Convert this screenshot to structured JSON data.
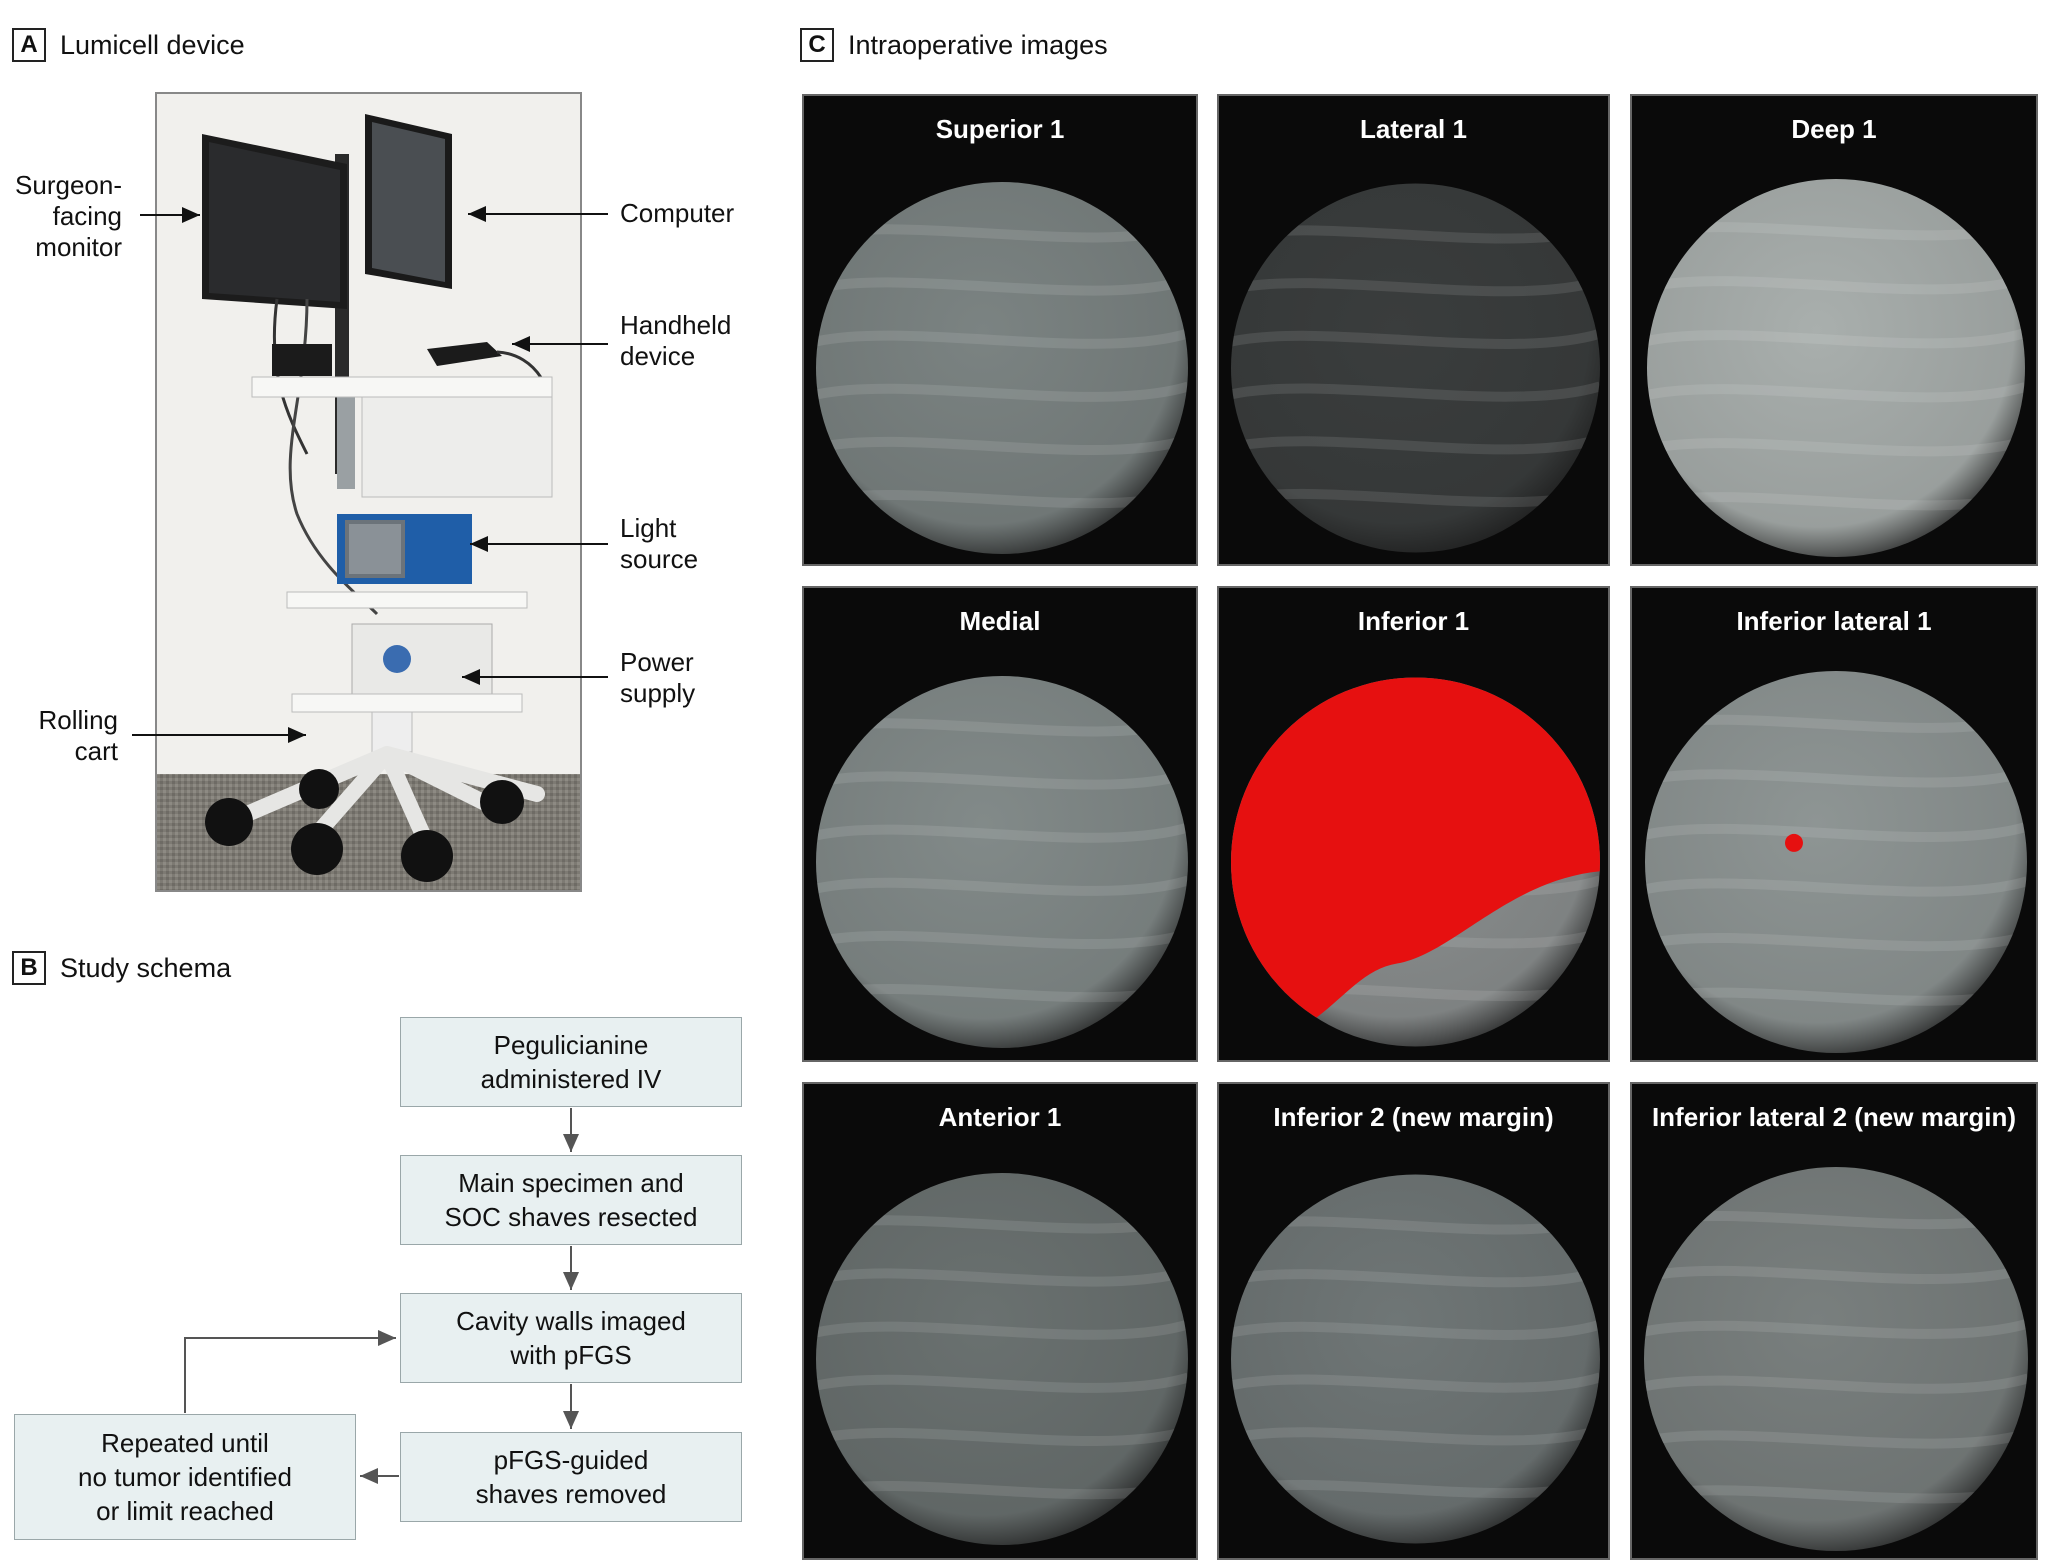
{
  "panel_a": {
    "letter": "A",
    "title": "Lumicell device",
    "callouts": {
      "monitor": "Surgeon-\nfacing\nmonitor",
      "computer": "Computer",
      "handheld": "Handheld\ndevice",
      "light": "Light\nsource",
      "power": "Power\nsupply",
      "cart": "Rolling\ncart"
    }
  },
  "panel_b": {
    "letter": "B",
    "title": "Study schema",
    "steps": [
      "Pegulicianine\nadministered IV",
      "Main specimen and\nSOC shaves resected",
      "Cavity walls imaged\nwith pFGS",
      "pFGS-guided\nshaves removed"
    ],
    "loop_box": "Repeated until\nno tumor identified\nor limit reached"
  },
  "panel_c": {
    "letter": "C",
    "title": "Intraoperative images",
    "tiles": [
      {
        "label": "Superior 1",
        "tone": "#7b8382"
      },
      {
        "label": "Lateral 1",
        "tone": "#3a3d3d"
      },
      {
        "label": "Deep 1",
        "tone": "#a9afad"
      },
      {
        "label": "Medial",
        "tone": "#828a89"
      },
      {
        "label": "Inferior 1",
        "tone": "#e61010"
      },
      {
        "label": "Inferior lateral 1",
        "tone": "#8e9594"
      },
      {
        "label": "Anterior 1",
        "tone": "#6a7170"
      },
      {
        "label": "Inferior 2 (new margin)",
        "tone": "#6f7676"
      },
      {
        "label": "Inferior lateral 2 (new margin)",
        "tone": "#797f7e"
      }
    ]
  },
  "colors": {
    "flow_fill": "#e8f0f1",
    "flow_border": "#9aa7a9",
    "fluorescence": "#e61010"
  }
}
